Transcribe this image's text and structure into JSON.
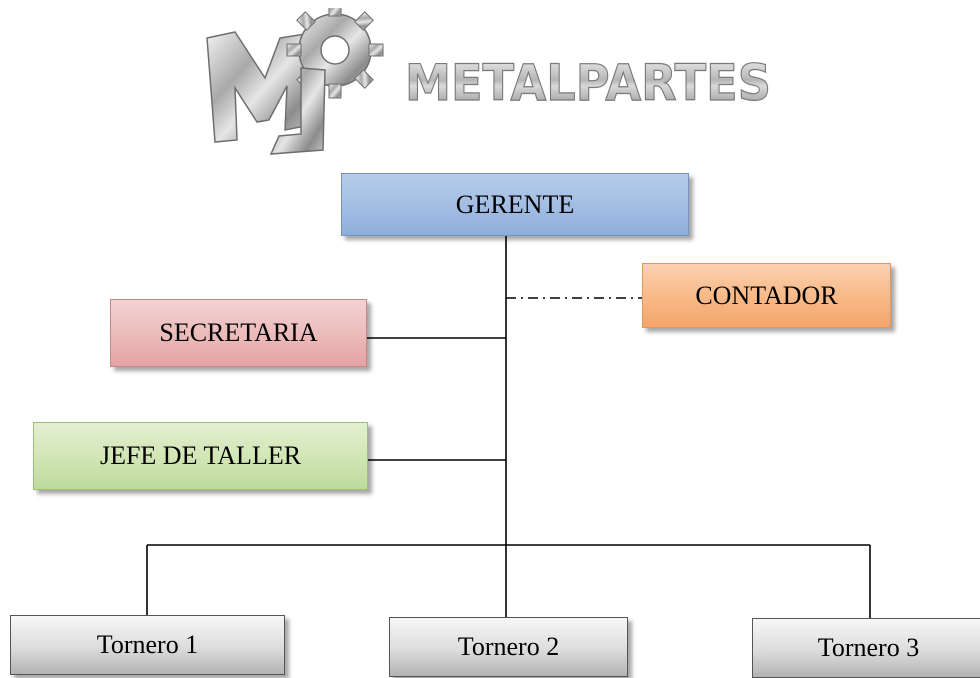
{
  "logo": {
    "monogram": "MP",
    "brand_text": "METALPARTES"
  },
  "org": {
    "gerente": "GERENTE",
    "contador": "CONTADOR",
    "secretaria": "SECRETARIA",
    "jefe_taller": "JEFE DE TALLER",
    "tornero_1": "Tornero 1",
    "tornero_2": "Tornero 2",
    "tornero_3": "Tornero 3"
  },
  "colors": {
    "gerente": "#a6c0e4",
    "contador": "#f8bb8a",
    "secretaria": "#ecbcbc",
    "jefe_taller": "#d2e6b6",
    "tornero": "#dcdcdc",
    "logo_metal": "#9a9a9a"
  }
}
